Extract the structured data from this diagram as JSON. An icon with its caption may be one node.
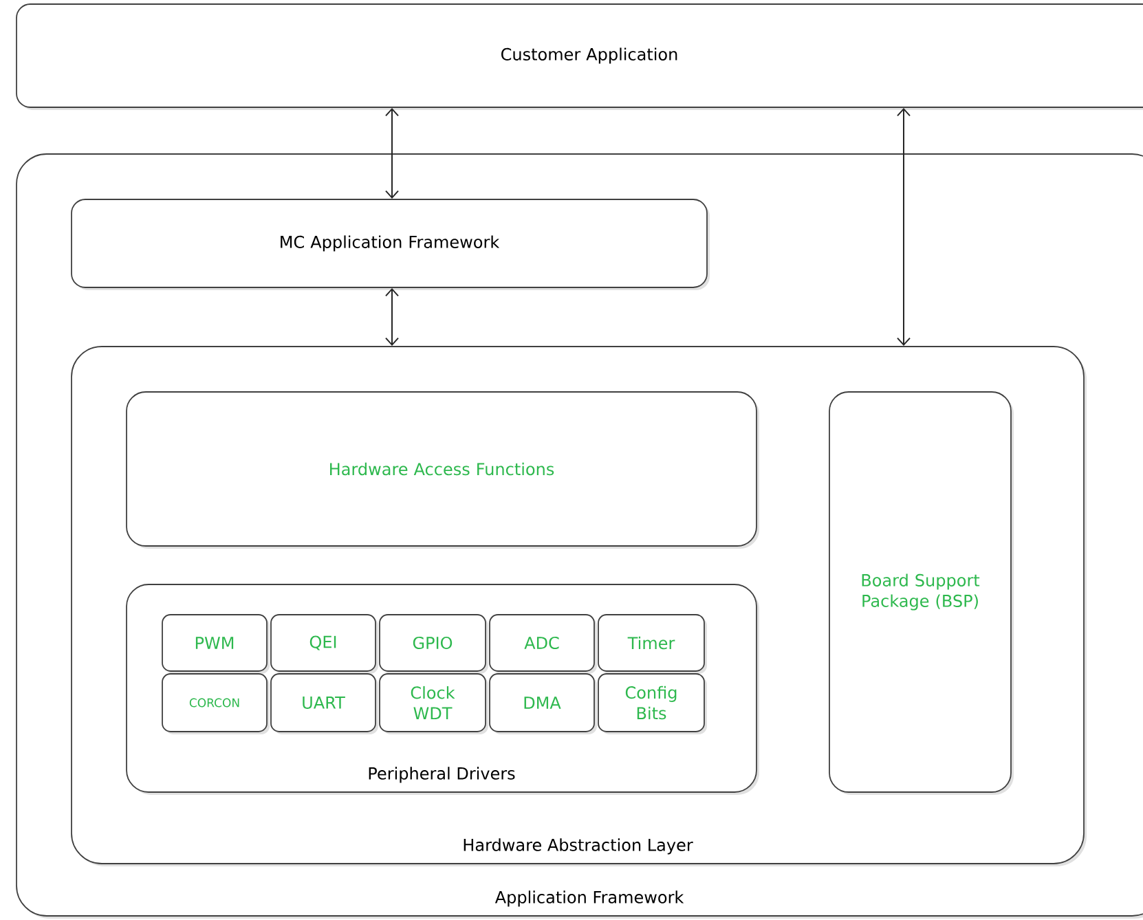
{
  "diagram": {
    "nodes": [
      {
        "text": [
          "Customer Application"
        ]
      },
      {
        "text": [
          "Application Framework"
        ]
      },
      {
        "text": [
          "MC Application Framework"
        ],
        "in": 1
      },
      {
        "text": [
          "Hardware Abstraction Layer"
        ],
        "in": 1
      },
      {
        "text": [
          "Hardware Access Functions"
        ],
        "in": 3
      },
      {
        "text": [
          "Peripheral Drivers"
        ],
        "in": 3
      },
      {
        "text": [
          "PWM"
        ],
        "in": 5
      },
      {
        "text": [
          "QEI"
        ],
        "in": 5
      },
      {
        "text": [
          "GPIO"
        ],
        "in": 5
      },
      {
        "text": [
          "ADC"
        ],
        "in": 5
      },
      {
        "text": [
          "Timer"
        ],
        "in": 5
      },
      {
        "text": [
          "CORCON"
        ],
        "in": 5
      },
      {
        "text": [
          "UART"
        ],
        "in": 5
      },
      {
        "text": [
          "Clock WDT"
        ],
        "in": 5
      },
      {
        "text": [
          "DMA"
        ],
        "in": 5
      },
      {
        "text": [
          "Config Bits"
        ],
        "in": 5
      },
      {
        "text": [
          "Board Support Package (BSP)"
        ],
        "in": 3
      }
    ],
    "edges": [
      {
        "from": 0,
        "to": 2,
        "arrow": "both"
      },
      {
        "from": 2,
        "to": 3,
        "arrow": "both"
      },
      {
        "from": 0,
        "to": 3,
        "arrow": "both"
      }
    ]
  }
}
